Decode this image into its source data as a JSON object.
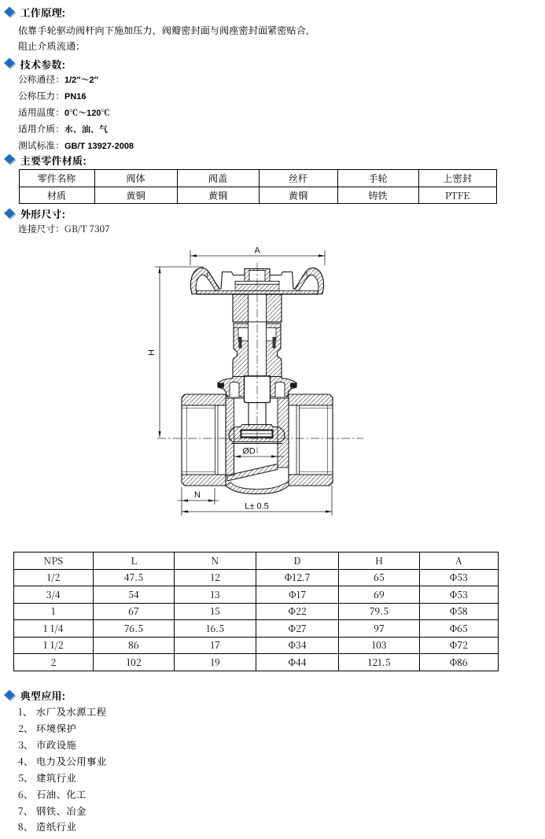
{
  "colors": {
    "accent_blue": "#1e6fc0",
    "diamond_shadow": "#b3b3b3",
    "ink": "#000000"
  },
  "sections": {
    "principle": {
      "title": "工作原理:",
      "lines": [
        "依靠手轮驱动阀杆向下施加压力，阀瓣密封面与阀座密封面紧密贴合，",
        "阻止介质流通；"
      ]
    },
    "params": {
      "title": "技术参数:",
      "items": [
        {
          "label": "公称通径：",
          "value": "1/2″～2″"
        },
        {
          "label": "公称压力：",
          "value": "PN16"
        },
        {
          "label": "适用温度：",
          "value": "0℃～120℃"
        },
        {
          "label": "适用介质：",
          "value": "水、油、气"
        },
        {
          "label": "测试标准：",
          "value": "GB/T 13927-2008"
        }
      ]
    },
    "materials": {
      "title": "主要零件材质:",
      "rows": [
        [
          "零件名称",
          "阀体",
          "阀盖",
          "丝杆",
          "手轮",
          "上密封"
        ],
        [
          "材质",
          "黄铜",
          "黄铜",
          "黄铜",
          "铸铁",
          "PTFE"
        ]
      ]
    },
    "outline": {
      "title": "外形尺寸:",
      "connection": "连接尺寸：GB/T 7307",
      "drawing": {
        "dim_a": "A",
        "dim_h": "H",
        "dim_d": "ØD",
        "dim_n": "N",
        "dim_l": "L± 0.5"
      }
    },
    "dim_table": {
      "headers": [
        "NPS",
        "L",
        "N",
        "D",
        "H",
        "A"
      ],
      "rows": [
        [
          "1/2",
          "47.5",
          "12",
          "Φ12.7",
          "65",
          "Φ53"
        ],
        [
          "3/4",
          "54",
          "13",
          "Φ17",
          "69",
          "Φ53"
        ],
        [
          "1",
          "67",
          "15",
          "Φ22",
          "79.5",
          "Φ58"
        ],
        [
          "1 1/4",
          "76.5",
          "16.5",
          "Φ27",
          "97",
          "Φ65"
        ],
        [
          "1 1/2",
          "86",
          "17",
          "Φ34",
          "103",
          "Φ72"
        ],
        [
          "2",
          "102",
          "19",
          "Φ44",
          "121.5",
          "Φ86"
        ]
      ]
    },
    "applications": {
      "title": "典型应用:",
      "items": [
        {
          "num": "1、",
          "text": "水厂及水源工程"
        },
        {
          "num": "2、",
          "text": "环境保护"
        },
        {
          "num": "3、",
          "text": "市政设施"
        },
        {
          "num": "4、",
          "text": "电力及公用事业"
        },
        {
          "num": "5、",
          "text": "建筑行业"
        },
        {
          "num": "6、",
          "text": "石油、化工"
        },
        {
          "num": "7、",
          "text": "钢铁、冶金"
        },
        {
          "num": "8、",
          "text": "造纸行业"
        }
      ]
    }
  }
}
